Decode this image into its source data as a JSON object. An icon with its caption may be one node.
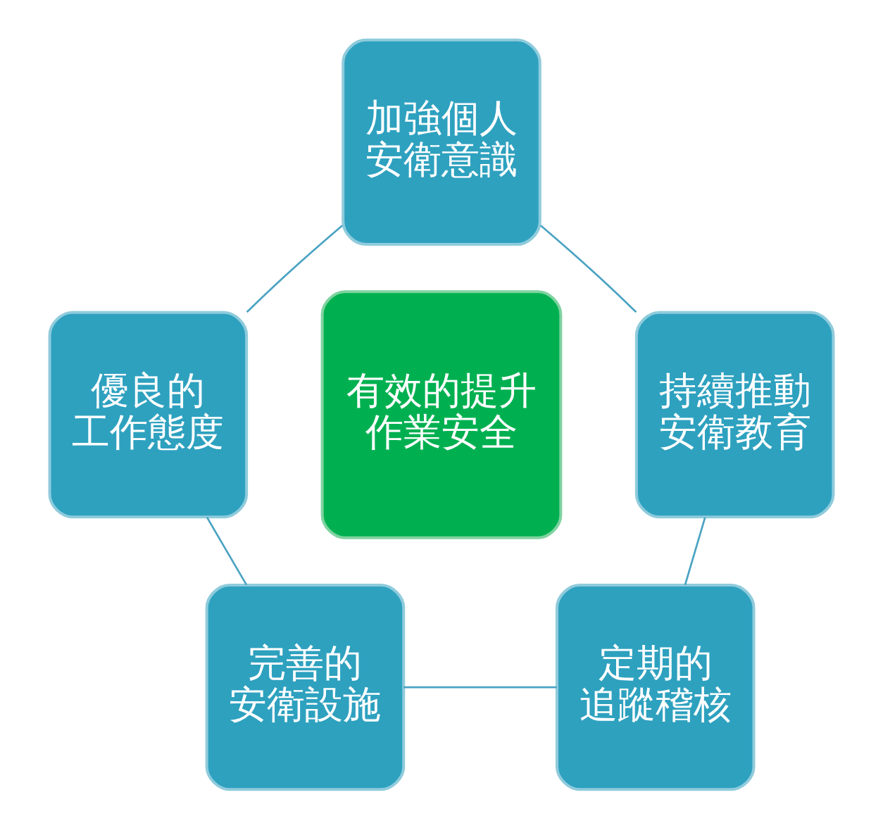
{
  "diagram": {
    "nodes": [
      {
        "text": [
          "加強個人安衛意識"
        ]
      },
      {
        "text": [
          "優良的工作態度"
        ]
      },
      {
        "text": [
          "有效的提升作業安全"
        ]
      },
      {
        "text": [
          "持續推動安衛教育"
        ]
      },
      {
        "text": [
          "完善的安衛設施"
        ]
      },
      {
        "text": [
          "定期的追蹤稽核"
        ]
      }
    ],
    "edges": [
      {
        "from": 0,
        "to": 1,
        "arrow": "none"
      },
      {
        "from": 0,
        "to": 3,
        "arrow": "none"
      },
      {
        "from": 1,
        "to": 4,
        "arrow": "none"
      },
      {
        "from": 3,
        "to": 5,
        "arrow": "none"
      },
      {
        "from": 4,
        "to": 5,
        "arrow": "none"
      }
    ]
  }
}
